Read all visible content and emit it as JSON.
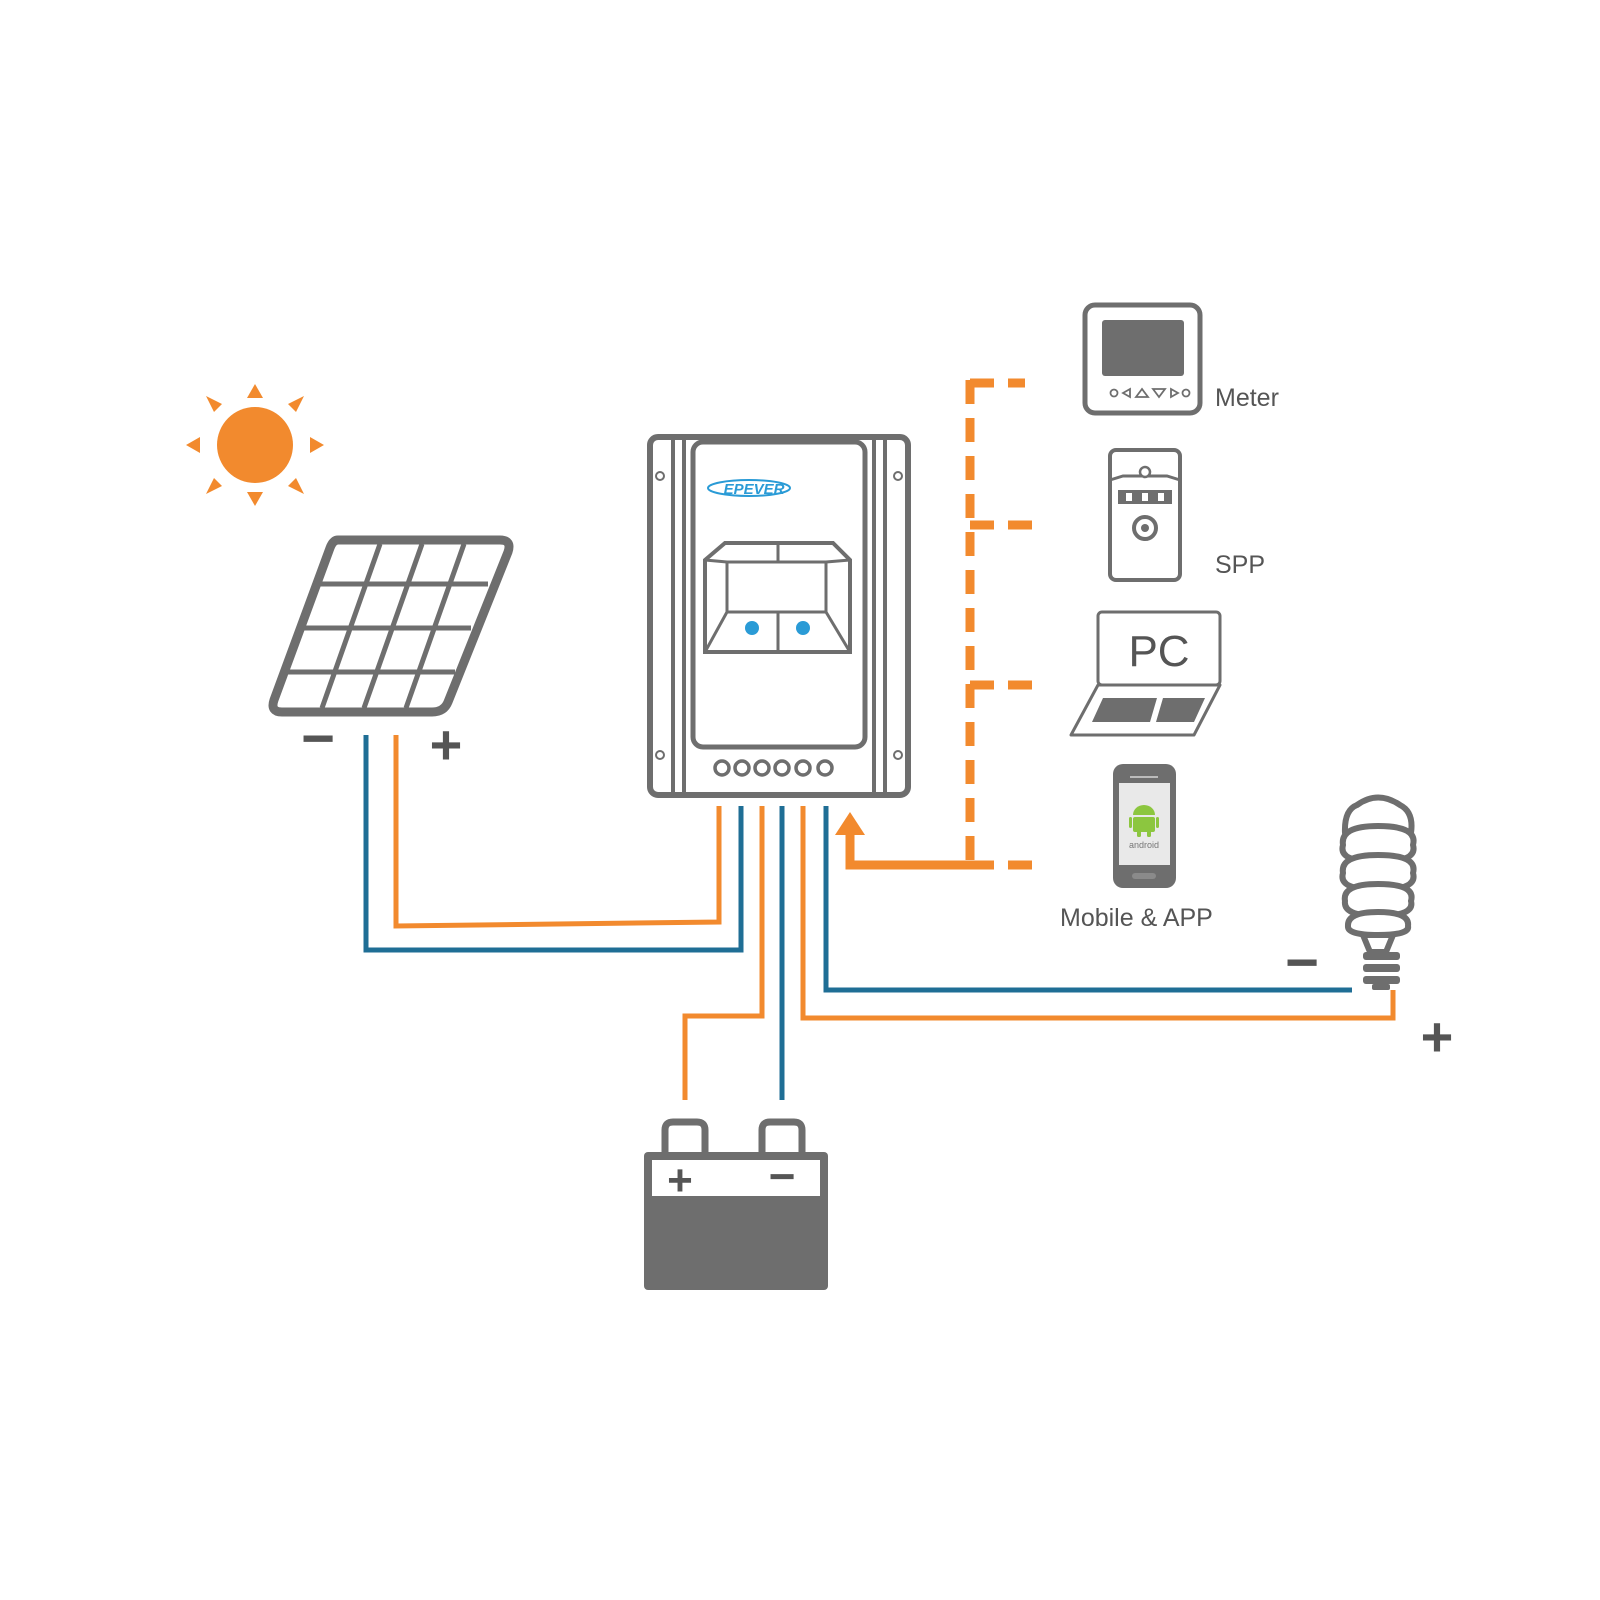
{
  "colors": {
    "orange": "#f28a2e",
    "blue": "#1f6e95",
    "gray": "#6e6e6e",
    "dark_gray": "#555555",
    "light_gray": "#cfcfcf",
    "logo_blue": "#2a9bd6",
    "android_green": "#8cc63f"
  },
  "controller": {
    "brand": "EPEVER"
  },
  "devices": {
    "meter": {
      "label": "Meter",
      "icon": "remote-meter-icon"
    },
    "spp": {
      "label": "SPP",
      "icon": "spp-module-icon"
    },
    "pc": {
      "label": "PC",
      "icon": "laptop-icon",
      "screen_text": "PC"
    },
    "mobile": {
      "label": "Mobile & APP",
      "icon": "android-phone-icon",
      "logo_text": "android"
    }
  },
  "terminals": {
    "panel_negative": "−",
    "panel_positive": "+",
    "battery_positive": "+",
    "battery_negative": "−",
    "load_negative": "−",
    "load_positive": "+"
  },
  "icons": [
    "sun-icon",
    "solar-panel-icon",
    "charge-controller-icon",
    "battery-icon",
    "light-bulb-icon"
  ]
}
